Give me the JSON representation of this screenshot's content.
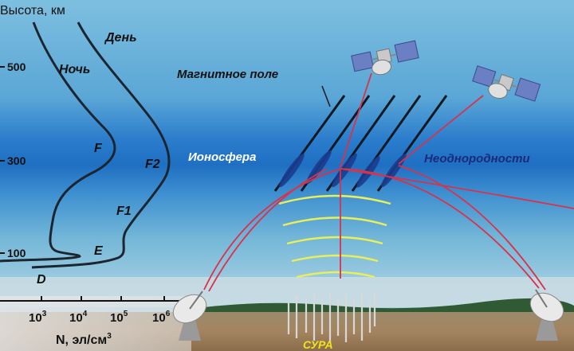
{
  "axis": {
    "y_title": "Высота, км",
    "y_ticks": [
      "500",
      "300",
      "100"
    ],
    "x_ticks": [
      {
        "base": "10",
        "exp": "3"
      },
      {
        "base": "10",
        "exp": "4"
      },
      {
        "base": "10",
        "exp": "5"
      },
      {
        "base": "10",
        "exp": "6"
      }
    ],
    "x_title_main": "N, эл/см",
    "x_title_exp": "3"
  },
  "profiles": {
    "day_label": "День",
    "night_label": "Ночь"
  },
  "layers": {
    "f": "F",
    "f2": "F2",
    "f1": "F1",
    "e": "E",
    "d": "D"
  },
  "labels": {
    "magnetic_field": "Магнитное поле",
    "ionosphere": "Ионосфера",
    "irregularities": "Неоднородности",
    "facility": "СУРА"
  },
  "colors": {
    "sky_top": "#6fb6d8",
    "ionosphere_band": "#1f6fc2",
    "curve": "#1c2530",
    "field_lines": "#101820",
    "ray": "#d9324a",
    "wave": "#e8ef5a",
    "irregularities_text": "#1b2a7a",
    "facility_text": "#f2e21a"
  }
}
